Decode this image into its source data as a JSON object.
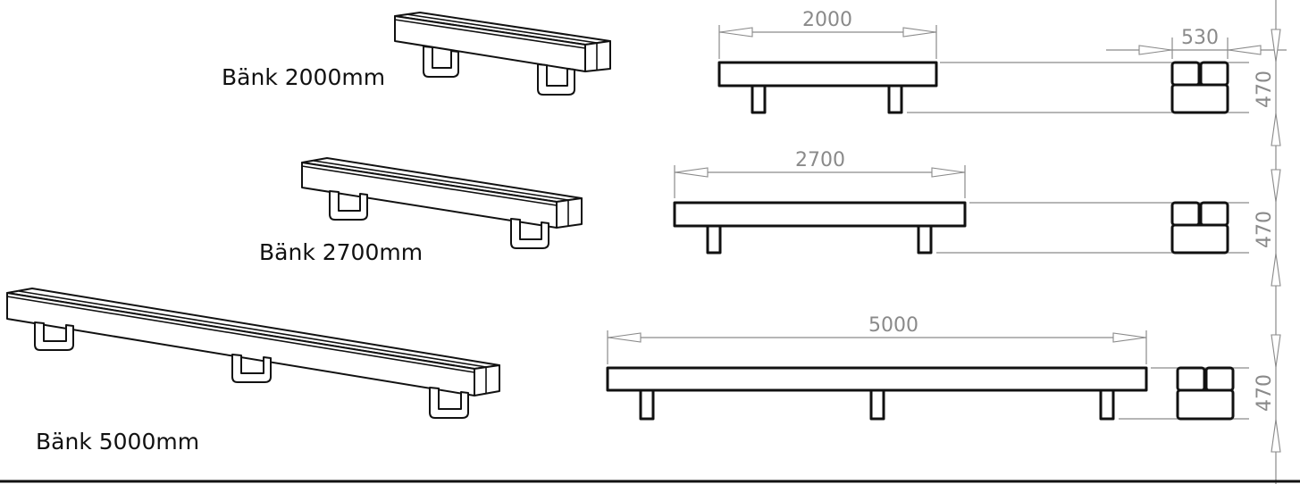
{
  "benches": [
    {
      "label": "Bänk 2000mm",
      "length": "2000"
    },
    {
      "label": "Bänk 2700mm",
      "length": "2700"
    },
    {
      "label": "Bänk 5000mm",
      "length": "5000"
    }
  ],
  "dimensions": {
    "width": "530",
    "height": "470"
  }
}
